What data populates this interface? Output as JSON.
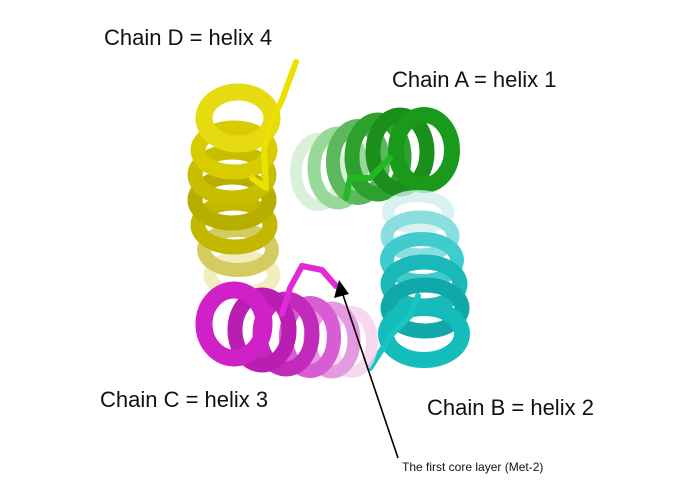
{
  "labels": {
    "chain_d": "Chain D = helix 4",
    "chain_a": "Chain A = helix 1",
    "chain_c": "Chain C = helix 3",
    "chain_b": "Chain B = helix 2",
    "annotation": "The first core layer (Met-2)"
  },
  "colors": {
    "helix_a": "#1a9a1a",
    "helix_b": "#22c8c8",
    "helix_c": "#d020c8",
    "helix_d": "#d8c800",
    "arrow": "#000000",
    "background": "#ffffff"
  }
}
